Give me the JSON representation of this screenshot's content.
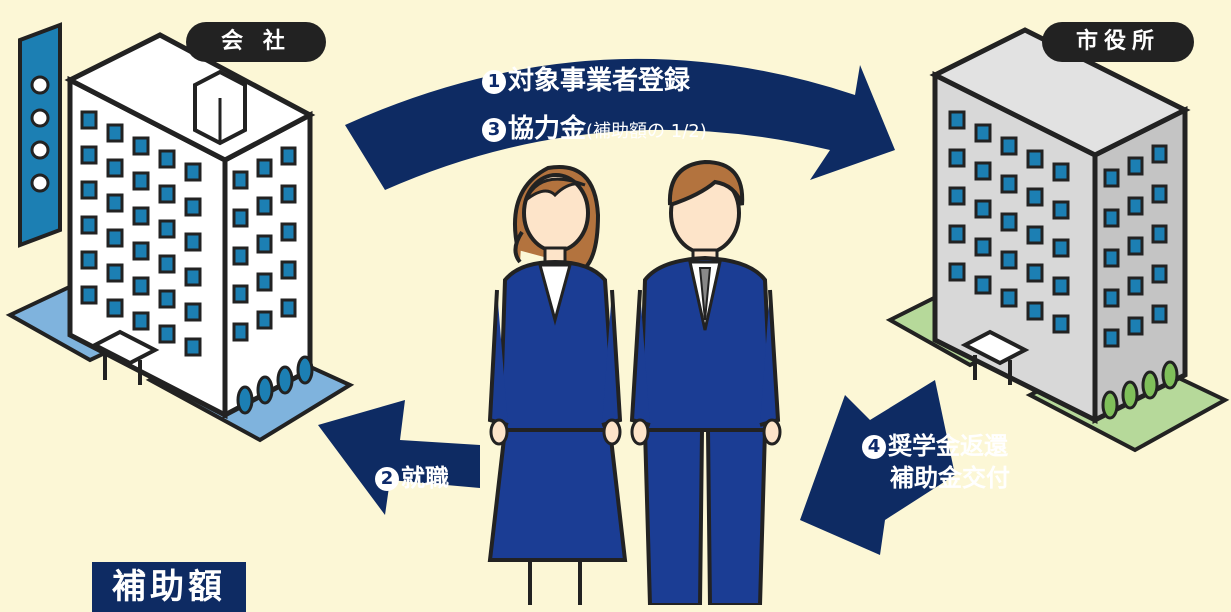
{
  "company_label": "会 社",
  "city_office_label": "市役所",
  "arrow_top": {
    "step1": {
      "num": "1",
      "text": "対象事業者登録"
    },
    "step3": {
      "num": "3",
      "text": "協力金",
      "note": "(補助額の 1/2)"
    }
  },
  "arrow_left": {
    "num": "2",
    "text": "就職"
  },
  "arrow_right": {
    "num": "4",
    "line1": "奨学金返還",
    "line2": "補助金交付"
  },
  "section_title": "補助額",
  "colors": {
    "background": "#fcf7d6",
    "arrow_navy": "#0e2b63",
    "window_blue": "#1c7fb3",
    "suit_blue": "#1b3d94"
  }
}
